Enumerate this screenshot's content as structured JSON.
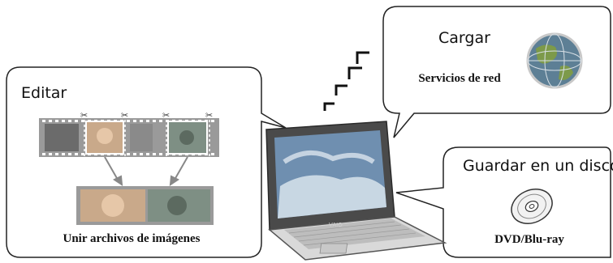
{
  "edit": {
    "title": "Editar",
    "caption": "Unir archivos de imágenes"
  },
  "upload": {
    "title": "Cargar",
    "caption": "Servicios de red",
    "icon": "globe-icon"
  },
  "disc": {
    "title": "Guardar en un disco",
    "caption": "DVD/Blu-ray",
    "icon": "disc-icon"
  },
  "laptop": {
    "brand": "VAIO"
  },
  "colors": {
    "bubble_border": "#222222",
    "film_strip": "#9a9a9a",
    "screen_sky": "#6f8fb0",
    "globe_green": "#6a8a3a",
    "globe_blue": "#4a6a9a"
  }
}
